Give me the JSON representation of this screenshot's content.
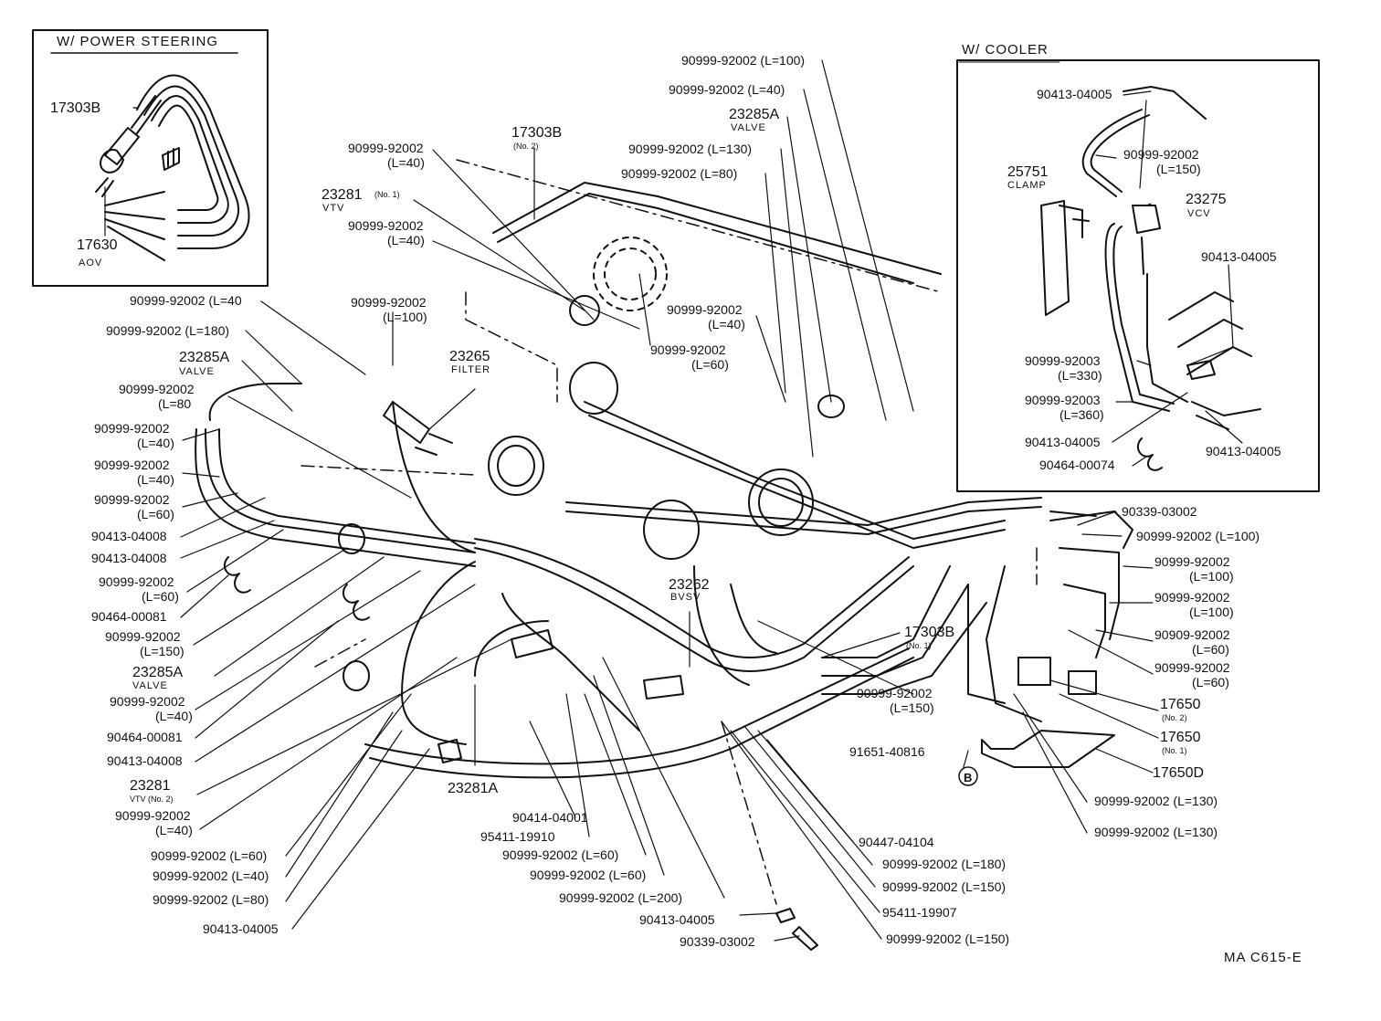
{
  "insets": {
    "power_steering_title": "W/ POWER STEERING",
    "cooler_title": "W/ COOLER"
  },
  "figure_code": "MA C615-E",
  "ref_mark": "B",
  "labels": {
    "ps_17303b": "17303B",
    "ps_17630": "17630",
    "ps_aov": "AOV",
    "t_17303b_no2": "17303B",
    "t_17303b_no2_sub": "(No. 2)",
    "t_l40_a": "90999-92002",
    "t_l40_a2": "(L=40)",
    "t_23281": "23281",
    "t_23281_no1": "(No. 1)",
    "t_vtv": "VTV",
    "t_l40_b": "90999-92002",
    "t_l40_b2": "(L=40)",
    "l_l40_c": "90999-92002 (L=40",
    "l_l180": "90999-92002 (L=180)",
    "l_23285a": "23285A",
    "l_valve": "VALVE",
    "l_l80_a": "90999-92002",
    "l_l80_a2": "(L=80",
    "l_l40_d": "90999-92002",
    "l_l40_d2": "(L=40)",
    "l_l40_e": "90999-92002",
    "l_l40_e2": "(L=40)",
    "l_l60_a": "90999-92002",
    "l_l60_a2": "(L=60)",
    "l_04008_a": "90413-04008",
    "l_04008_b": "90413-04008",
    "l_l60_b": "90999-92002",
    "l_l60_b2": "(L=60)",
    "l_00081_a": "90464-00081",
    "l_l150_a": "90999-92002",
    "l_l150_a2": "(L=150)",
    "l_23285a_b": "23285A",
    "l_valve_b": "VALVE",
    "l_l40_f": "90999-92002",
    "l_l40_f2": "(L=40)",
    "l_00081_b": "90464-00081",
    "l_04008_c": "90413-04008",
    "l_23281_b": "23281",
    "l_vtv_b": "VTV (No. 2)",
    "l_l40_g": "90999-92002",
    "l_l40_g2": "(L=40)",
    "b_l60": "90999-92002 (L=60)",
    "b_l40": "90999-92002 (L=40)",
    "b_l80": "90999-92002 (L=80)",
    "b_04005": "90413-04005",
    "m_l100": "90999-92002",
    "m_l100_2": "(L=100)",
    "m_23265": "23265",
    "m_filter": "FILTER",
    "m_23281a": "23281A",
    "m_04001": "90414-04001",
    "m_19910": "95411-19910",
    "m_l60_a": "90999-92002 (L=60)",
    "m_l60_b": "90999-92002 (L=60)",
    "m_l200": "90999-92002 (L=200)",
    "m_l60_c": "90999-92002",
    "m_l60_c2": "(L=60)",
    "m_23262": "23262",
    "m_bvsv": "BVSV",
    "c_04005": "90413-04005",
    "c_03002": "90339-03002",
    "tr_l100": "90999-92002 (L=100)",
    "tr_l40": "90999-92002 (L=40)",
    "tr_23285a": "23285A",
    "tr_valve": "VALVE",
    "tr_l130": "90999-92002 (L=130)",
    "tr_l80": "90999-92002 (L=80)",
    "tr_l40_b": "90999-92002",
    "tr_l40_b2": "(L=40)",
    "r_03002": "90339-03002",
    "r_l100_a": "90999-92002 (L=100)",
    "r_l100_b": "90999-92002",
    "r_l100_b2": "(L=100)",
    "r_l100_c": "90999-92002",
    "r_l100_c2": "(L=100)",
    "r_l60_a": "90909-92002",
    "r_l60_a2": "(L=60)",
    "r_l60_b": "90999-92002",
    "r_l60_b2": "(L=60)",
    "r_17650_2": "17650",
    "r_17650_2s": "(No. 2)",
    "r_17650_1": "17650",
    "r_17650_1s": "(No. 1)",
    "r_17650d": "17650D",
    "r_l130_a": "90999-92002 (L=130)",
    "r_l130_b": "90999-92002 (L=130)",
    "r_40816": "91651-40816",
    "r_17303b_no1": "17303B",
    "r_17303b_no1s": "(No. 1)",
    "r_l150": "90999-92002",
    "r_l150_2": "(L=150)",
    "br_04104": "90447-04104",
    "br_l180": "90999-92002 (L=180)",
    "br_l150": "90999-92002 (L=150)",
    "br_19907": "95411-19907",
    "br_l150_b": "90999-92002 (L=150)",
    "co_04005_a": "90413-04005",
    "co_l150": "90999-92002",
    "co_l150_2": "(L=150)",
    "co_25751": "25751",
    "co_clamp": "CLAMP",
    "co_23275": "23275",
    "co_vcv": "VCV",
    "co_04005_b": "90413-04005",
    "co_92003_a": "90999-92003",
    "co_92003_a2": "(L=330)",
    "co_92003_b": "90999-92003",
    "co_92003_b2": "(L=360)",
    "co_04005_c": "90413-04005",
    "co_04005_d": "90413-04005",
    "co_00074": "90464-00074"
  }
}
